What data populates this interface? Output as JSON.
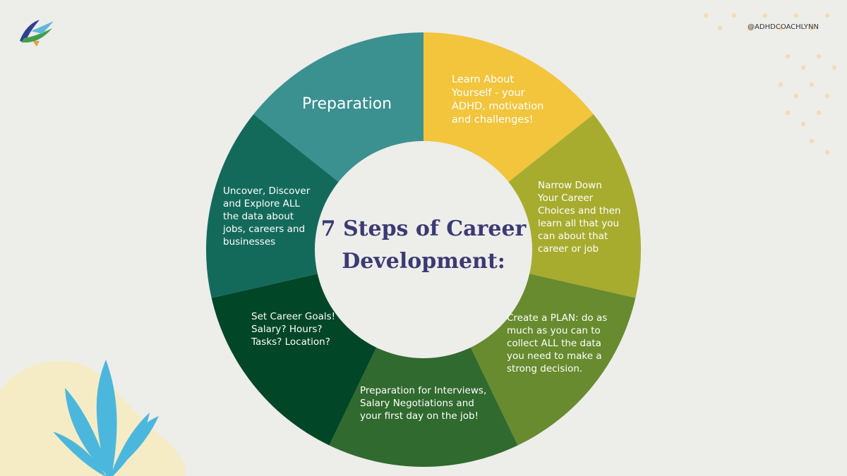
{
  "handle": "@ADHDCOACHLYNN",
  "center_title": "7 Steps of Career\nDevelopment:",
  "logo_icon": "arrow-logo-icon",
  "decor_icon": "leaf-plant-icon",
  "colors": {
    "background": "#ededea",
    "title": "#3b3a72",
    "hub": "#ededea",
    "dots": "#f2dcb3",
    "blob": "#f5ecc5",
    "leaf": "#4cb7dd"
  },
  "segments": [
    {
      "text": "Preparation",
      "color": "#3a9190"
    },
    {
      "text": "Learn About\nYourself - your\nADHD, motivation\nand challenges!",
      "color": "#f2c53d"
    },
    {
      "text": "Narrow Down\nYour Career\nChoices and then\nlearn all that you\ncan about that\ncareer or job",
      "color": "#a7ac2f"
    },
    {
      "text": "Create a PLAN: do as\nmuch as you can to\ncollect ALL the data\nyou need to make a\nstrong decision.",
      "color": "#678b2e"
    },
    {
      "text": "Preparation for Interviews,\nSalary Negotiations and\nyour first day on the job!",
      "color": "#306a2e"
    },
    {
      "text": "Set Career Goals!\nSalary? Hours?\nTasks? Location?",
      "color": "#004627"
    },
    {
      "text": "Uncover, Discover\nand Explore ALL\nthe data about\njobs, careers and\nbusinesses",
      "color": "#136a5b"
    }
  ]
}
